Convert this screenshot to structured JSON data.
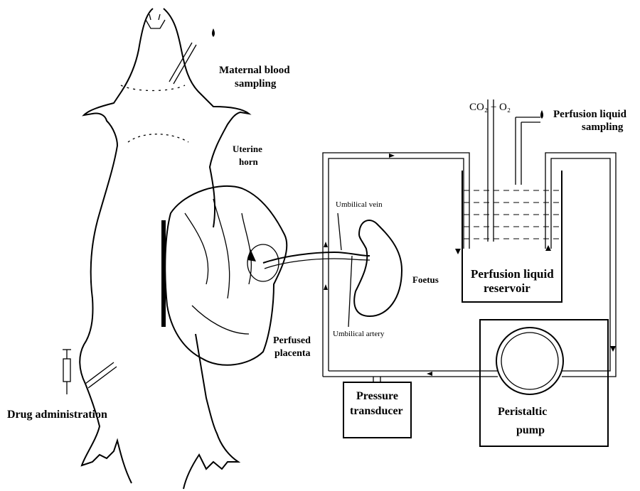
{
  "labels": {
    "maternal_blood_1": "Maternal blood",
    "maternal_blood_2": "sampling",
    "co2_o2": "CO₂ + O₂",
    "perfusion_sampling_1": "Perfusion liquid",
    "perfusion_sampling_2": "sampling",
    "uterine_horn_1": "Uterine",
    "uterine_horn_2": "horn",
    "umbilical_vein": "Umbilical vein",
    "umbilical_artery": "Umbilical artery",
    "foetus": "Foetus",
    "reservoir_1": "Perfusion liquid",
    "reservoir_2": "reservoir",
    "perfused_placenta_1": "Perfused",
    "perfused_placenta_2": "placenta",
    "drug_administration": "Drug administration",
    "pressure_transducer_1": "Pressure",
    "pressure_transducer_2": "transducer",
    "peristaltic_pump_1": "Peristaltic",
    "peristaltic_pump_2": "pump"
  }
}
